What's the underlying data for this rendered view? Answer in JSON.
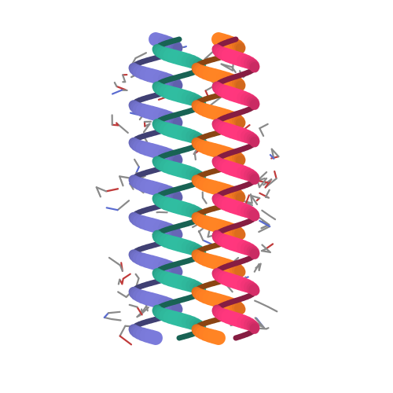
{
  "image": {
    "subject": "protein-structure-ribbon",
    "background": "#ffffff"
  },
  "colors": {
    "helix_a": "#6b6bbf",
    "helix_b": "#2aa58c",
    "helix_c": "#e8731f",
    "helix_d": "#e0306e",
    "sticks": "#8a8a8a",
    "oxygen": "#c03a3a",
    "nitrogen": "#5a6bd0"
  },
  "helices": [
    {
      "name": "helix-a",
      "color_key": "helix_a",
      "turns": 8
    },
    {
      "name": "helix-b",
      "color_key": "helix_b",
      "turns": 8
    },
    {
      "name": "helix-c",
      "color_key": "helix_c",
      "turns": 8
    },
    {
      "name": "helix-d",
      "color_key": "helix_d",
      "turns": 8
    }
  ]
}
